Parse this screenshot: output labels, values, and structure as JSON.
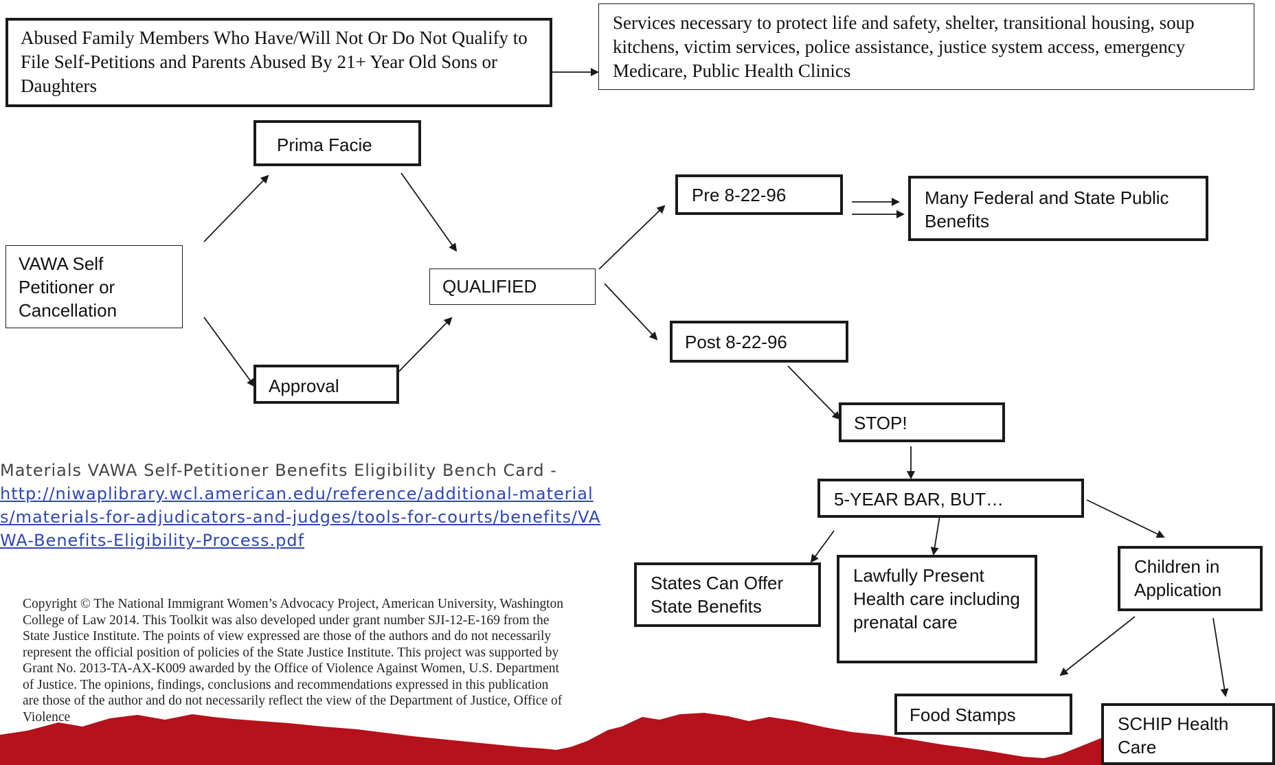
{
  "nodes": {
    "abused_family": "Abused Family Members Who Have/Will Not Or Do Not Qualify to File  Self-Petitions and Parents Abused By 21+ Year Old Sons or Daughters",
    "services": "Services necessary to protect life and safety, shelter, transitional housing, soup kitchens, victim services, police assistance, justice system access, emergency Medicare, Public Health Clinics",
    "prima_facie": "Prima Facie",
    "vawa_self": "VAWA Self Petitioner or Cancellation",
    "approval": "Approval",
    "qualified": "QUALIFIED",
    "pre": "Pre 8-22-96",
    "many_benefits": "Many Federal and State  Public Benefits",
    "post": "Post 8-22-96",
    "stop": "STOP!",
    "five_year": "5-YEAR BAR, BUT…",
    "states_offer": "States Can Offer State Benefits",
    "lawfully_present": "Lawfully Present Health care including prenatal care",
    "children": "Children in Application",
    "food_stamps": "Food Stamps",
    "schip": "SCHIP Health Care"
  },
  "reference": {
    "title": "Materials VAWA Self-Petitioner Benefits Eligibility Bench Card -",
    "link": "http://niwaplibrary.wcl.american.edu/reference/additional-materials/materials-for-adjudicators-and-judges/tools-for-courts/benefits/VAWA-Benefits-Eligibility-Process.pdf"
  },
  "copyright": "Copyright © The National Immigrant Women’s Advocacy Project, American University, Washington College of Law 2014. This Toolkit was also developed under grant number SJI-12-E-169 from the State Justice Institute. The points of view expressed are those of the authors and do not necessarily represent the official position of policies of the State Justice Institute. This project was supported by Grant No. 2013-TA-AX-K009 awarded by the Office of Violence Against Women, U.S. Department of Justice. The opinions, findings, conclusions and recommendations expressed in this publication are those of the author and do not necessarily reflect the view of the Department of Justice, Office of Violence",
  "colors": {
    "line": "#1a1a1a",
    "link": "#2e47b0",
    "red_band": "#b5121b"
  }
}
